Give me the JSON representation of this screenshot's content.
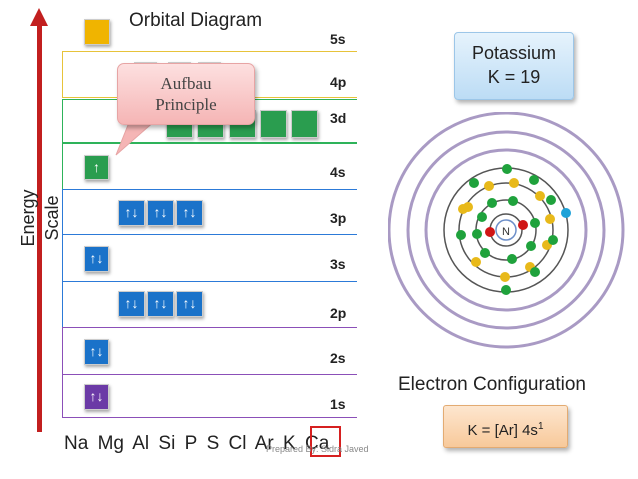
{
  "title": "Orbital Diagram",
  "energy_label": "Energy Scale",
  "aufbau": {
    "line1": "Aufbau",
    "line2": "Principle"
  },
  "levels": {
    "l5s": "5s",
    "l4p": "4p",
    "l3d": "3d",
    "l4s": "4s",
    "l3p": "3p",
    "l3s": "3s",
    "l2p": "2p",
    "l2s": "2s",
    "l1s": "1s"
  },
  "arrows": {
    "single_up": "↑",
    "pair": "↑↓"
  },
  "elements": [
    "Na",
    "Mg",
    "Al",
    "Si",
    "P",
    "S",
    "Cl",
    "Ar",
    "K",
    "Ca"
  ],
  "highlighted_element": "K",
  "credit": "Prepared By: Sidra Javed",
  "atom_card": {
    "name": "Potassium",
    "number_label": "K = 19"
  },
  "nucleus_label": "N",
  "electron_config": {
    "title": "Electron Configuration",
    "prefix": "K = [Ar] 4s",
    "superscript": "1"
  },
  "colors": {
    "axis": "#c21f1f",
    "level_5s": "#e7c33a",
    "level_4p": "#e7c33a",
    "level_3d": "#2eb35a",
    "level_4s": "#2eb35a",
    "level_3p": "#2c7ad8",
    "level_3s": "#2c7ad8",
    "level_2p": "#2c7ad8",
    "level_2s": "#8b4fb8",
    "level_1s": "#8b4fb8",
    "box_green": "#2a9d4f",
    "box_blue": "#1a72c9",
    "box_purple": "#6b3aa6",
    "box_yellow": "#f0b400"
  }
}
